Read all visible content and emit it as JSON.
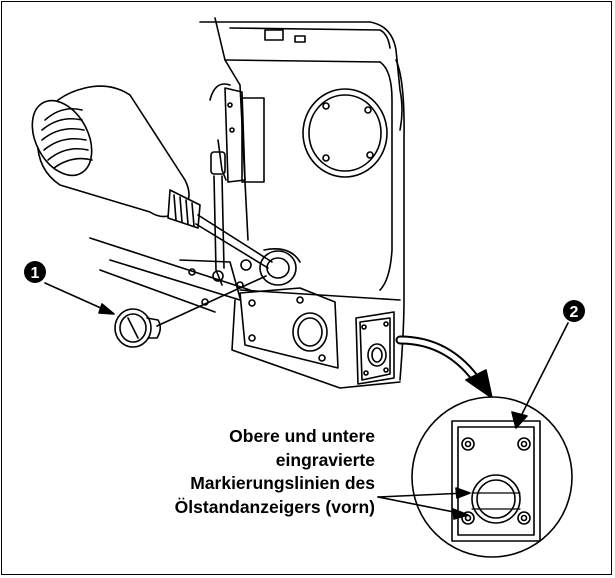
{
  "callouts": {
    "one": "1",
    "two": "2"
  },
  "annotation": {
    "line1": "Obere und untere",
    "line2": "eingravierte",
    "line3": "Markierungslinien des",
    "line4": "Ölstandanzeigers (vorn)"
  },
  "colors": {
    "ink": "#000000",
    "paper": "#ffffff"
  }
}
